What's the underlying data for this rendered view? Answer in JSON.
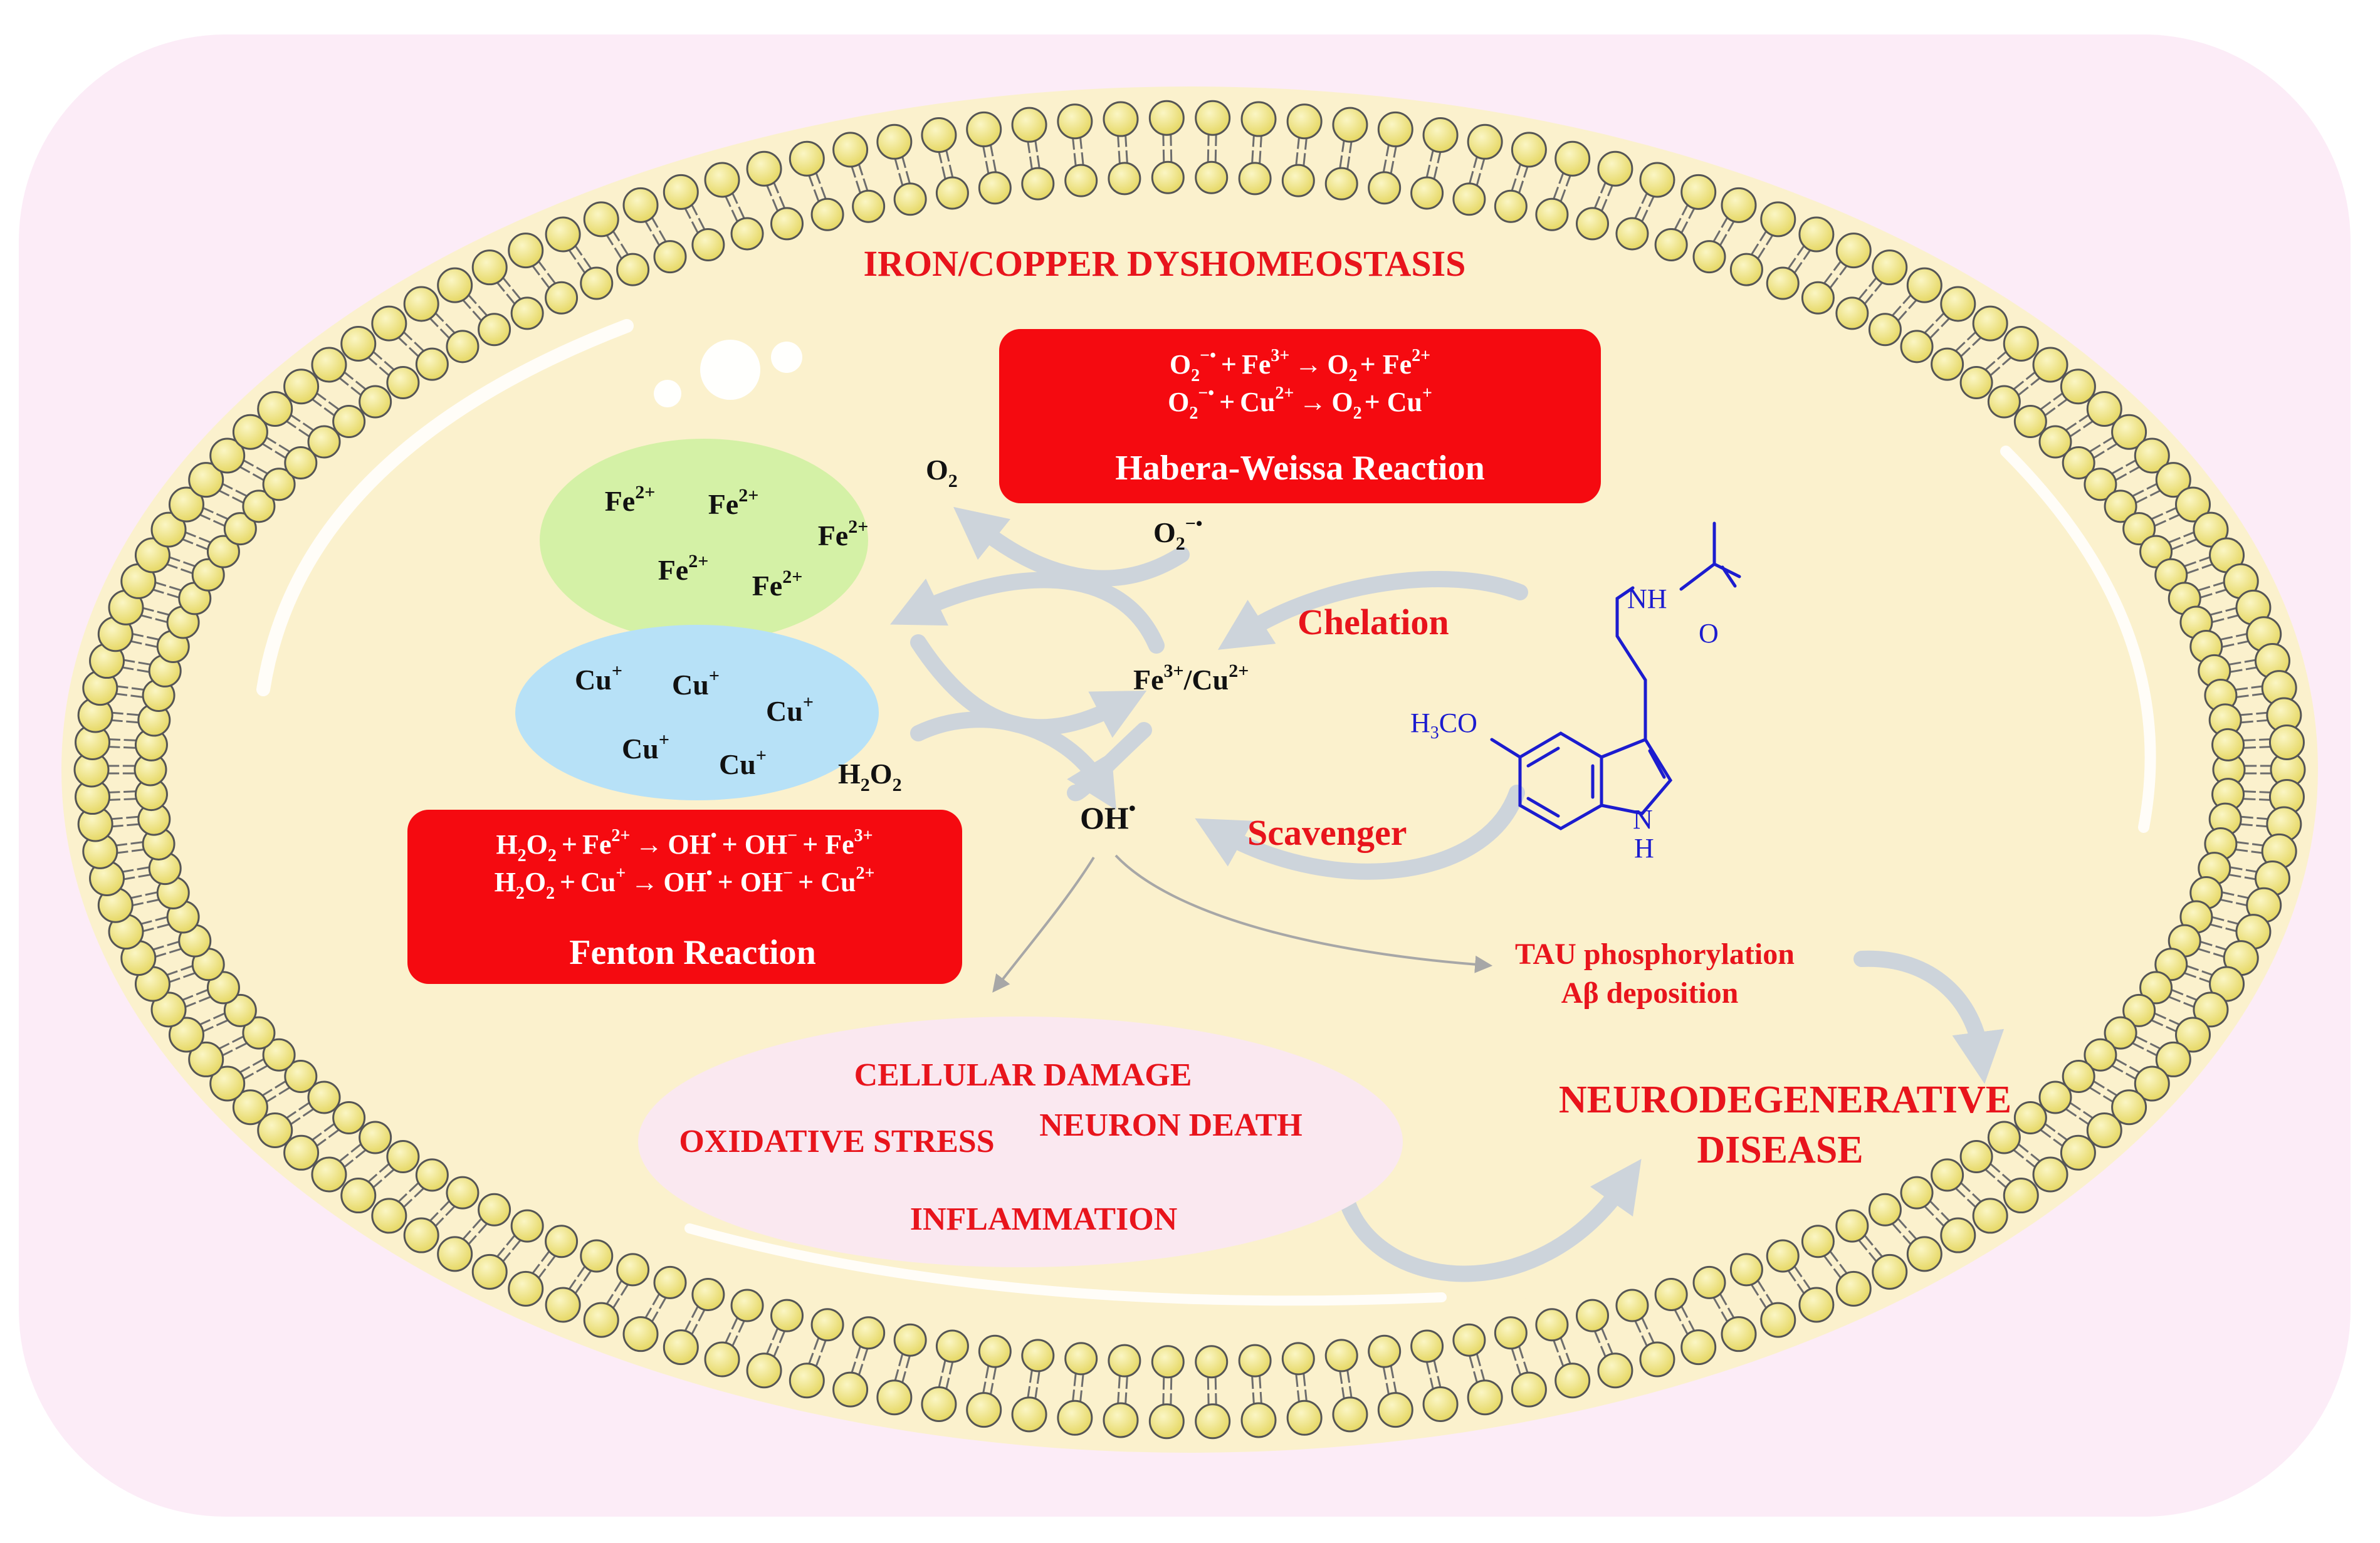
{
  "title": "IRON/COPPER DYSHOMEOSTASIS",
  "colors": {
    "background": "#fcecf7",
    "cell_fill": "#fbf1cd",
    "head_fill": "#f2e78a",
    "box_red": "#f50a10",
    "label_red": "#e8141c",
    "iron_pool": "#d4f1a6",
    "copper_pool": "#b7e1f7",
    "damage_pool": "#fae8f0",
    "molecule_blue": "#1c1ccf"
  },
  "habera_weissa": {
    "title": "Habera-Weissa Reaction",
    "eq1": {
      "reactant1": "O",
      "sub": "2",
      "radical_sup": "−•",
      "plus": "+",
      "reactant2": "Fe",
      "sup2": "3+",
      "arrow": "→",
      "product1": "O",
      "psub": "2",
      "product2": "Fe",
      "psup": "2+"
    },
    "eq2": {
      "reactant1": "O",
      "sub": "2",
      "radical_sup": "−•",
      "plus": "+",
      "reactant2": "Cu",
      "sup2": "2+",
      "arrow": "→",
      "product1": "O",
      "psub": "2",
      "product2": "Cu",
      "psup": "+"
    }
  },
  "fenton": {
    "title": "Fenton Reaction",
    "eq1": {
      "h": "H",
      "two": "2",
      "o": "O",
      "plus": "+",
      "metal": "Fe",
      "msup": "2+",
      "arrow": "→",
      "oh": "OH",
      "dot": "•",
      "ohm": "OH",
      "minus": "−",
      "metal2": "Fe",
      "m2sup": "3+"
    },
    "eq2": {
      "h": "H",
      "two": "2",
      "o": "O",
      "plus": "+",
      "metal": "Cu",
      "msup": "+",
      "arrow": "→",
      "oh": "OH",
      "dot": "•",
      "ohm": "OH",
      "minus": "−",
      "metal2": "Cu",
      "m2sup": "2+"
    }
  },
  "iron_ions": {
    "symbol": "Fe",
    "charge": "2+",
    "count": 5
  },
  "copper_ions": {
    "symbol": "Cu",
    "charge": "+",
    "count": 5
  },
  "species": {
    "o2": {
      "base": "O",
      "sub": "2"
    },
    "superoxide": {
      "base": "O",
      "sub": "2",
      "sup": "−•"
    },
    "metals": {
      "fe": "Fe",
      "fe_sup": "3+",
      "slash": "/",
      "cu": "Cu",
      "cu_sup": "2+"
    },
    "h2o2": {
      "h": "H",
      "sub1": "2",
      "o": "O",
      "sub2": "2"
    },
    "hydroxyl": {
      "base": "OH",
      "sup": "•"
    }
  },
  "mechanisms": {
    "chelation": "Chelation",
    "scavenger": "Scavenger"
  },
  "melatonin": {
    "nh": "NH",
    "o": "O",
    "methoxy_h": "H",
    "methoxy_sub": "3",
    "methoxy_co": "CO",
    "ring_n": "N",
    "ring_h": "H"
  },
  "tau": {
    "line1": "TAU phosphorylation",
    "line2": "Aβ deposition"
  },
  "outcomes": {
    "cellular_damage": "CELLULAR DAMAGE",
    "oxidative_stress": "OXIDATIVE STRESS",
    "neuron_death": "NEURON DEATH",
    "inflammation": "INFLAMMATION"
  },
  "disease": {
    "line1": "NEURODEGENERATIVE",
    "line2": "DISEASE"
  }
}
